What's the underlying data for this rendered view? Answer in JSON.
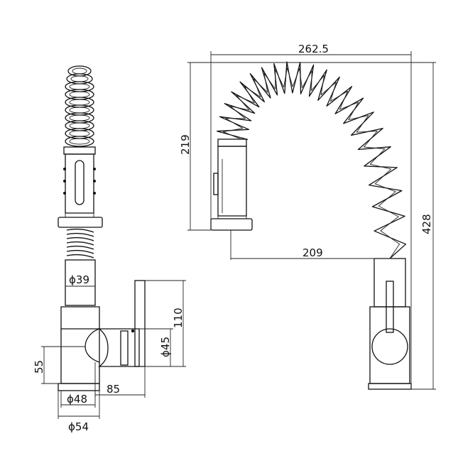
{
  "dimensions": {
    "width_total": "262.5",
    "height_head": "219",
    "height_total": "428",
    "reach": "209",
    "dia_39": "ϕ39",
    "height_110": "110",
    "dia_45": "ϕ45",
    "height_55": "55",
    "offset_85": "85",
    "dia_48": "ϕ48",
    "dia_54": "ϕ54"
  },
  "colors": {
    "line": "#111111",
    "background": "#ffffff"
  }
}
